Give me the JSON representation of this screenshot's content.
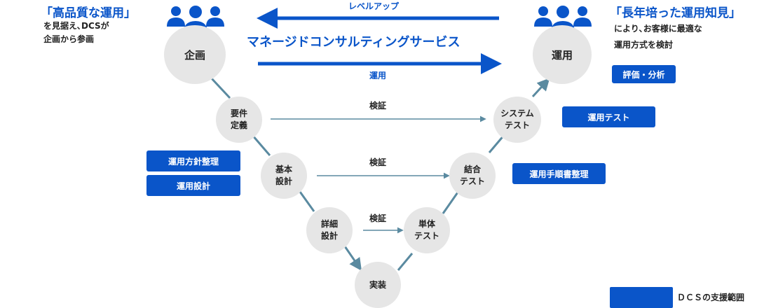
{
  "colors": {
    "accent": "#0a55c9",
    "node_fill": "#e6e6e6",
    "line": "#5a8aa0"
  },
  "left_callout": {
    "title": "「高品質な運用」",
    "line1": "を見据え､DCSが",
    "line2": "企画から参画"
  },
  "right_callout": {
    "title": "「長年培った運用知見」",
    "line1": "により､お客様に最適な",
    "line2": "運用方式を検討"
  },
  "top": {
    "levelup": "レベルアップ",
    "service": "マネージドコンサルティングサービス",
    "operation": "運用"
  },
  "nodes": {
    "plan": "企画",
    "operate": "運用",
    "requirements": [
      "要件",
      "定義"
    ],
    "basic": [
      "基本",
      "設計"
    ],
    "detailed": [
      "詳細",
      "設計"
    ],
    "implementation": "実装",
    "unit": [
      "単体",
      "テスト"
    ],
    "integration": [
      "結合",
      "テスト"
    ],
    "system": [
      "システム",
      "テスト"
    ]
  },
  "verify": [
    "検証",
    "検証",
    "検証"
  ],
  "buttons": {
    "policy": "運用方針整理",
    "design": "運用設計",
    "evaluate": "評価・分析",
    "optest": "運用テスト",
    "manual": "運用手順書整理"
  },
  "legend": {
    "label": "ＤＣＳの支援範囲"
  },
  "icons": [
    "people-group-icon"
  ]
}
